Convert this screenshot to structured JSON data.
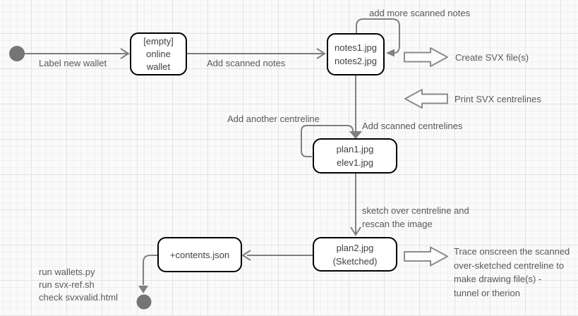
{
  "colors": {
    "edge": "#808080",
    "node_border": "#000000",
    "node_fill": "#ffffff",
    "node_text": "#404040",
    "label_text": "#595959",
    "terminal_fill": "#757575",
    "block_arrow_stroke": "#8c8c8c"
  },
  "nodes": {
    "wallet": {
      "lines": [
        "[empty]",
        "online",
        "wallet"
      ]
    },
    "notes": {
      "lines": [
        "notes1.jpg",
        "notes2.jpg"
      ]
    },
    "plan1": {
      "lines": [
        "plan1.jpg",
        "elev1.jpg"
      ]
    },
    "plan2": {
      "lines": [
        "plan2.jpg",
        "(Sketched)"
      ]
    },
    "contents": {
      "lines": [
        "+contents.json"
      ]
    }
  },
  "edge_labels": {
    "label_new_wallet": "Label new wallet",
    "add_scanned_notes": "Add scanned notes",
    "add_more_scanned_notes": "add more scanned notes",
    "add_scanned_centrelines": "Add scanned centrelines",
    "add_another_centreline": "Add another centreline",
    "sketch_over": [
      "sketch over centreline and",
      "rescan the image"
    ]
  },
  "annotations": {
    "create_svx": "Create SVX file(s)",
    "print_svx": "Print SVX centrelines",
    "trace": [
      "Trace onscreen the scanned",
      "over-sketched centreline to",
      "make drawing file(s) -",
      "tunnel or therion"
    ],
    "checks": [
      "run wallets.py",
      "run svx-ref.sh",
      "check svxvalid.html"
    ]
  }
}
